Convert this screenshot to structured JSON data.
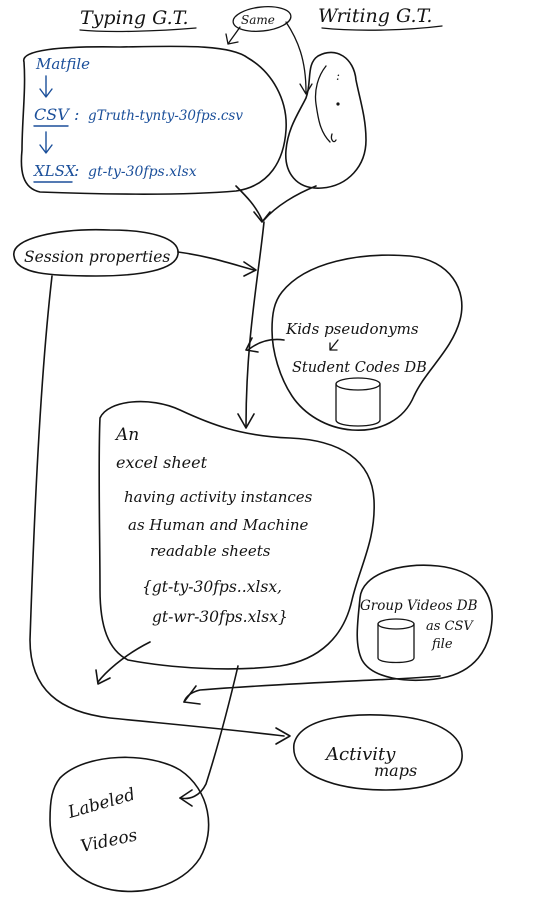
{
  "headings": {
    "typing_gt": "Typing G.T.",
    "same": "Same",
    "writing_gt": "Writing G.T."
  },
  "typing_box": {
    "matfile": "Matfile",
    "csv_label": "CSV",
    "csv_value": "gTruth-tynty-30fps.csv",
    "xlsx_label": "XLSX",
    "xlsx_value": "gt-ty-30fps.xlsx"
  },
  "writing_box": {
    "marks": ":"
  },
  "session_properties": "Session properties",
  "kids_box": {
    "line1": "Kids pseudonyms",
    "line2": "Student Codes DB"
  },
  "excel_box": {
    "line1": "An",
    "line2": "excel sheet",
    "line3": "having activity instances",
    "line4": "as Human and Machine",
    "line5": "readable sheets",
    "line6": "{gt-ty-30fps..xlsx,",
    "line7": "gt-wr-30fps.xlsx}"
  },
  "group_box": {
    "line1": "Group Videos DB",
    "line2": "as CSV",
    "line3": "file"
  },
  "activity_maps": {
    "line1": "Activity",
    "line2": "maps"
  },
  "labeled_videos": {
    "line1": "Labeled",
    "line2": "Videos"
  },
  "colors": {
    "ink": "#141414",
    "blue_ink": "#1b4f9a",
    "paper": "#ffffff"
  }
}
